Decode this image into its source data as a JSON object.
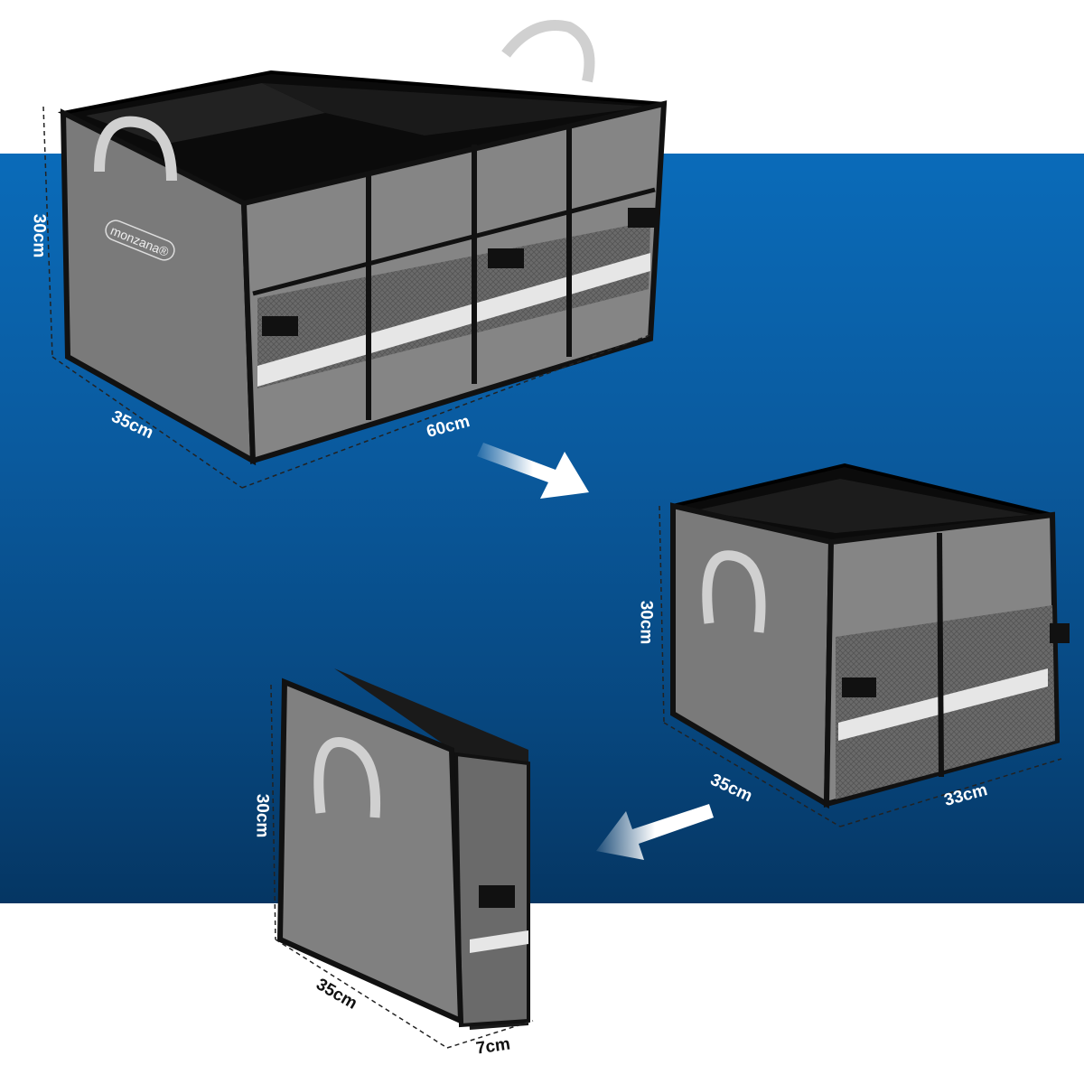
{
  "brand": "monzana®",
  "colors": {
    "band_top": "#0a6bb9",
    "band_bottom": "#053663",
    "fabric": "#7d7d7d",
    "trim": "#111111",
    "reflective": "#e6e6e6"
  },
  "large_box": {
    "height": "30cm",
    "depth": "35cm",
    "width": "60cm"
  },
  "medium_box": {
    "height": "30cm",
    "depth": "35cm",
    "width": "33cm"
  },
  "folded_box": {
    "height": "30cm",
    "depth": "35cm",
    "width": "7cm"
  },
  "icons": [
    "arrow-down-right-icon",
    "arrow-down-left-icon"
  ]
}
